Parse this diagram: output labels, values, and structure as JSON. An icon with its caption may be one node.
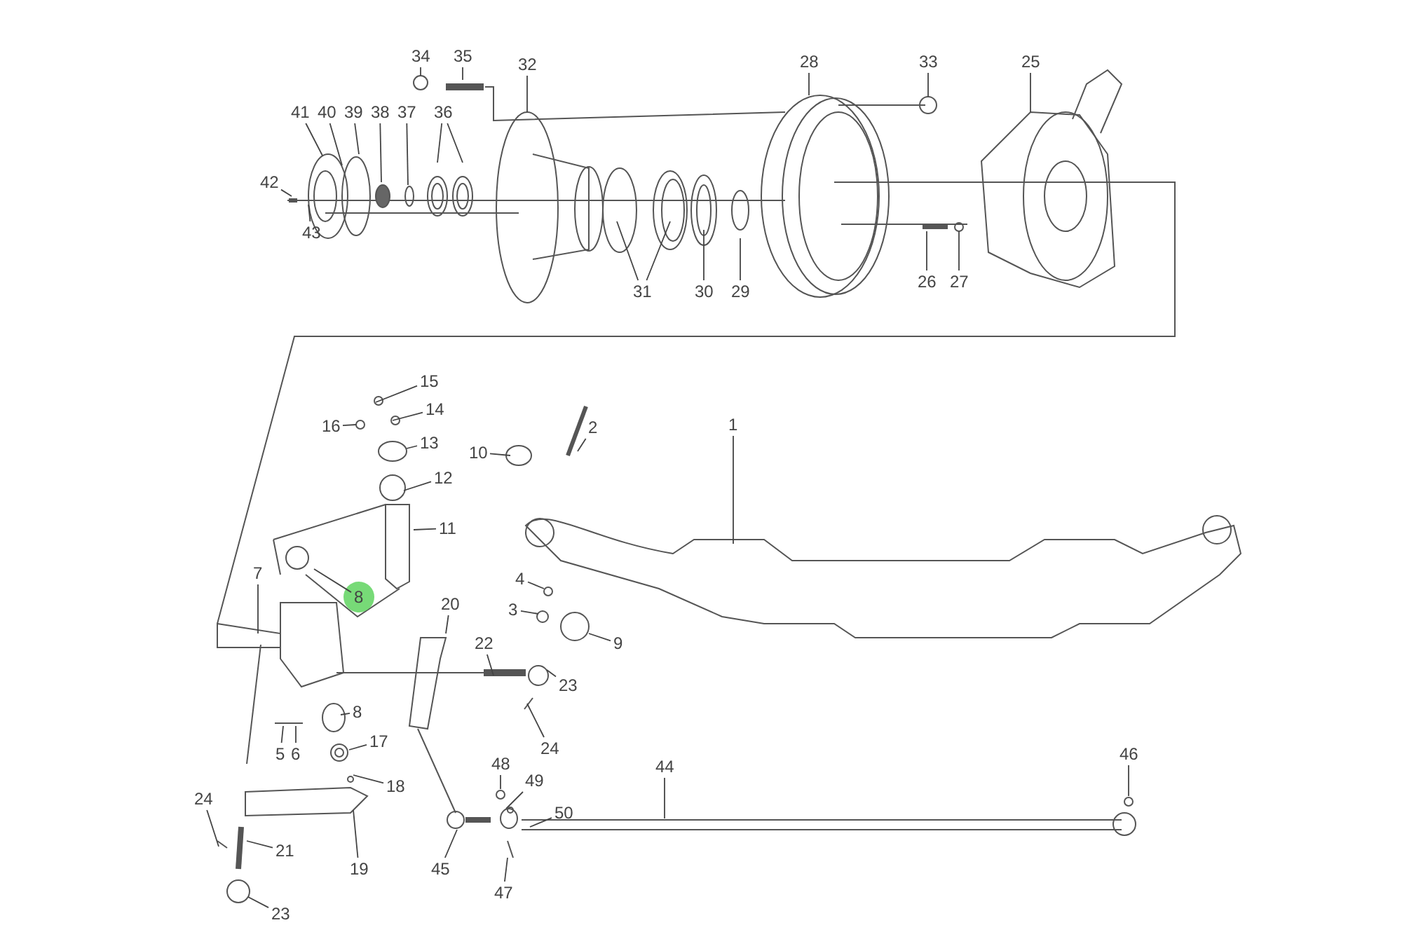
{
  "diagram": {
    "nodes": [
      {
        "text": [
          "34"
        ]
      },
      {
        "text": [
          "35"
        ]
      },
      {
        "text": [
          "32"
        ]
      },
      {
        "text": [
          "28"
        ]
      },
      {
        "text": [
          "33"
        ]
      },
      {
        "text": [
          "25"
        ]
      },
      {
        "text": [
          "41"
        ]
      },
      {
        "text": [
          "40"
        ]
      },
      {
        "text": [
          "39"
        ]
      },
      {
        "text": [
          "38"
        ]
      },
      {
        "text": [
          "37"
        ]
      },
      {
        "text": [
          "36"
        ]
      },
      {
        "text": [
          "42"
        ]
      },
      {
        "text": [
          "43"
        ]
      },
      {
        "text": [
          "31"
        ]
      },
      {
        "text": [
          "30"
        ]
      },
      {
        "text": [
          "29"
        ]
      },
      {
        "text": [
          "26"
        ]
      },
      {
        "text": [
          "27"
        ]
      },
      {
        "text": [
          "15"
        ]
      },
      {
        "text": [
          "14"
        ]
      },
      {
        "text": [
          "16"
        ]
      },
      {
        "text": [
          "13"
        ]
      },
      {
        "text": [
          "10"
        ]
      },
      {
        "text": [
          "2"
        ]
      },
      {
        "text": [
          "1"
        ]
      },
      {
        "text": [
          "12"
        ]
      },
      {
        "text": [
          "11"
        ]
      },
      {
        "text": [
          "7"
        ]
      },
      {
        "text": [
          "8"
        ]
      },
      {
        "text": [
          "4"
        ]
      },
      {
        "text": [
          "3"
        ]
      },
      {
        "text": [
          "20"
        ]
      },
      {
        "text": [
          "22"
        ]
      },
      {
        "text": [
          "9"
        ]
      },
      {
        "text": [
          "23"
        ]
      },
      {
        "text": [
          "24"
        ]
      },
      {
        "text": [
          "8"
        ]
      },
      {
        "text": [
          "17"
        ]
      },
      {
        "text": [
          "18"
        ]
      },
      {
        "text": [
          "5"
        ]
      },
      {
        "text": [
          "6"
        ]
      },
      {
        "text": [
          "44"
        ]
      },
      {
        "text": [
          "46"
        ]
      },
      {
        "text": [
          "48"
        ]
      },
      {
        "text": [
          "49"
        ]
      },
      {
        "text": [
          "50"
        ]
      },
      {
        "text": [
          "24"
        ]
      },
      {
        "text": [
          "21"
        ]
      },
      {
        "text": [
          "19"
        ]
      },
      {
        "text": [
          "23"
        ]
      },
      {
        "text": [
          "45"
        ]
      },
      {
        "text": [
          "47"
        ]
      }
    ],
    "edges": [
      {
        "from": 0,
        "to": null,
        "arrow": "none"
      },
      {
        "from": 1,
        "to": null,
        "arrow": "none"
      },
      {
        "from": 2,
        "to": null,
        "arrow": "none"
      },
      {
        "from": 3,
        "to": null,
        "arrow": "none"
      },
      {
        "from": 4,
        "to": null,
        "arrow": "none"
      },
      {
        "from": 5,
        "to": null,
        "arrow": "none"
      },
      {
        "from": 6,
        "to": null,
        "arrow": "none"
      },
      {
        "from": 7,
        "to": null,
        "arrow": "none"
      },
      {
        "from": 8,
        "to": null,
        "arrow": "none"
      },
      {
        "from": 9,
        "to": null,
        "arrow": "none"
      },
      {
        "from": 10,
        "to": null,
        "arrow": "none"
      },
      {
        "from": 11,
        "to": null,
        "arrow": "none"
      },
      {
        "from": 11,
        "to": null,
        "arrow": "none"
      },
      {
        "from": 12,
        "to": null,
        "arrow": "none"
      },
      {
        "from": 13,
        "to": null,
        "arrow": "none"
      },
      {
        "from": 14,
        "to": null,
        "arrow": "none"
      },
      {
        "from": 14,
        "to": null,
        "arrow": "none"
      },
      {
        "from": 15,
        "to": null,
        "arrow": "none"
      },
      {
        "from": 16,
        "to": null,
        "arrow": "none"
      },
      {
        "from": 17,
        "to": null,
        "arrow": "none"
      },
      {
        "from": 18,
        "to": null,
        "arrow": "none"
      },
      {
        "from": 19,
        "to": null,
        "arrow": "none"
      },
      {
        "from": 20,
        "to": null,
        "arrow": "none"
      },
      {
        "from": 21,
        "to": null,
        "arrow": "none"
      },
      {
        "from": 22,
        "to": null,
        "arrow": "none"
      },
      {
        "from": 23,
        "to": null,
        "arrow": "none"
      },
      {
        "from": 24,
        "to": null,
        "arrow": "none"
      },
      {
        "from": 25,
        "to": null,
        "arrow": "none"
      },
      {
        "from": 26,
        "to": null,
        "arrow": "none"
      },
      {
        "from": 27,
        "to": null,
        "arrow": "none"
      },
      {
        "from": 28,
        "to": null,
        "arrow": "none"
      },
      {
        "from": 29,
        "to": null,
        "arrow": "none"
      },
      {
        "from": 30,
        "to": null,
        "arrow": "none"
      },
      {
        "from": 31,
        "to": null,
        "arrow": "none"
      },
      {
        "from": 32,
        "to": null,
        "arrow": "none"
      },
      {
        "from": 33,
        "to": null,
        "arrow": "none"
      },
      {
        "from": 34,
        "to": null,
        "arrow": "none"
      },
      {
        "from": 35,
        "to": null,
        "arrow": "none"
      },
      {
        "from": 36,
        "to": null,
        "arrow": "none"
      },
      {
        "from": 37,
        "to": null,
        "arrow": "none"
      },
      {
        "from": 38,
        "to": null,
        "arrow": "none"
      },
      {
        "from": 39,
        "to": null,
        "arrow": "none"
      },
      {
        "from": 40,
        "to": null,
        "arrow": "none"
      },
      {
        "from": 41,
        "to": null,
        "arrow": "none"
      },
      {
        "from": 42,
        "to": null,
        "arrow": "none"
      },
      {
        "from": 43,
        "to": null,
        "arrow": "none"
      },
      {
        "from": 44,
        "to": null,
        "arrow": "none"
      },
      {
        "from": 45,
        "to": null,
        "arrow": "none"
      },
      {
        "from": 46,
        "to": null,
        "arrow": "none"
      },
      {
        "from": 47,
        "to": null,
        "arrow": "none"
      },
      {
        "from": 48,
        "to": null,
        "arrow": "none"
      },
      {
        "from": 49,
        "to": null,
        "arrow": "none"
      },
      {
        "from": 50,
        "to": null,
        "arrow": "none"
      },
      {
        "from": 51,
        "to": null,
        "arrow": "none"
      },
      {
        "from": 52,
        "to": null,
        "arrow": "none"
      }
    ]
  }
}
